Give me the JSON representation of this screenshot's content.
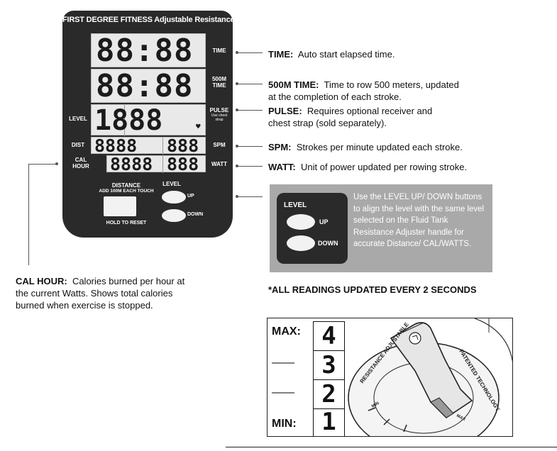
{
  "console": {
    "brand": "FIRST DEGREE FITNESS  Adjustable Resistance",
    "lcd_time": "88:88",
    "lcd_500m": "88:88",
    "lcd_pulse": "1888",
    "lcd_heart": "♥",
    "lcd_dist": "8888",
    "lcd_spm": "888",
    "lcd_cal": "8888",
    "lcd_watt": "888",
    "label_time": "TIME",
    "label_500m_line1": "500M",
    "label_500m_line2": "TIME",
    "label_pulse": "PULSE",
    "label_pulse_note1": "Use chest",
    "label_pulse_note2": "strap",
    "label_spm": "SPM",
    "label_watt": "WATT",
    "label_level": "LEVEL",
    "label_dist": "DIST",
    "label_cal1": "CAL",
    "label_cal2": "HOUR",
    "distance_label": "DISTANCE",
    "distance_sub": "ADD 100M EACH TOUCH",
    "hold_reset": "HOLD TO RESET",
    "level_label": "LEVEL",
    "up": "UP",
    "down": "DOWN"
  },
  "annotations": {
    "time_term": "TIME:",
    "time_desc": "Auto start elapsed time.",
    "m500_term": "500M TIME:",
    "m500_desc1": "Time to row 500 meters, updated",
    "m500_desc2": "at the completion of each stroke.",
    "pulse_term": "PULSE:",
    "pulse_desc1": "Requires optional receiver and",
    "pulse_desc2": "chest strap (sold separately).",
    "spm_term": "SPM:",
    "spm_desc": "Strokes per minute updated each stroke.",
    "watt_term": "WATT:",
    "watt_desc": "Unit of power updated per rowing stroke."
  },
  "inset": {
    "level": "LEVEL",
    "up": "UP",
    "down": "DOWN",
    "text": "Use the LEVEL UP/ DOWN buttons to align the level with the same level selected on the Fluid Tank Resistance Adjuster handle for accurate Distance/ CAL/WATTS."
  },
  "readings_note": "*ALL READINGS UPDATED EVERY 2 SECONDS",
  "cal_hour": {
    "term": "CAL HOUR:",
    "line1": "Calories burned per hour at",
    "line2": "the current Watts. Shows total calories",
    "line3": "burned when exercise is stopped."
  },
  "dial": {
    "max": "MAX:",
    "dash1": "——",
    "dash2": "——",
    "min": "MIN:",
    "digits": [
      "4",
      "3",
      "2",
      "1"
    ],
    "ring_left": "RESISTANCE  ADJUSTABLE",
    "ring_right": "PATENTED TECHNOLOGY",
    "ring_min": "MIN",
    "ring_max": "MAX"
  }
}
